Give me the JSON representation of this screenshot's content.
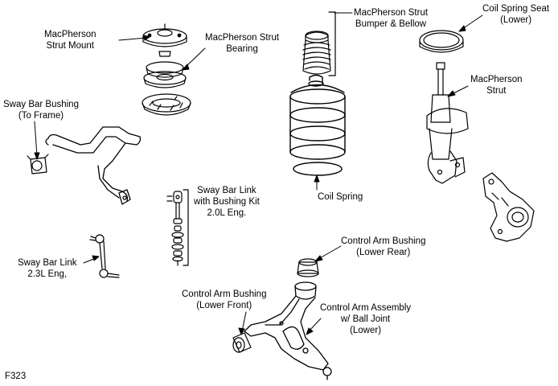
{
  "figure_id": "F323",
  "colors": {
    "ink": "#000000",
    "paper": "#ffffff"
  },
  "labels": {
    "strut_mount": [
      "MacPherson",
      "Strut Mount"
    ],
    "strut_bearing": [
      "MacPherson Strut",
      "Bearing"
    ],
    "bumper_bellow": [
      "MacPherson Strut",
      "Bumper & Bellow"
    ],
    "coil_spring_seat": [
      "Coil Spring Seat",
      "(Lower)"
    ],
    "strut": [
      "MacPherson",
      "Strut"
    ],
    "sway_bar_bushing": [
      "Sway Bar Bushing",
      "(To Frame)"
    ],
    "link_20": [
      "Sway Bar Link",
      "with Bushing Kit",
      "2.0L Eng."
    ],
    "coil_spring": [
      "Coil Spring"
    ],
    "ca_bushing_rear": [
      "Control Arm Bushing",
      "(Lower Rear)"
    ],
    "link_23": [
      "Sway Bar Link",
      "2.3L Eng,"
    ],
    "ca_bushing_front": [
      "Control Arm Bushing",
      "(Lower Front)"
    ],
    "ca_assembly": [
      "Control Arm Assembly",
      "w/ Ball Joint",
      "(Lower)"
    ]
  }
}
